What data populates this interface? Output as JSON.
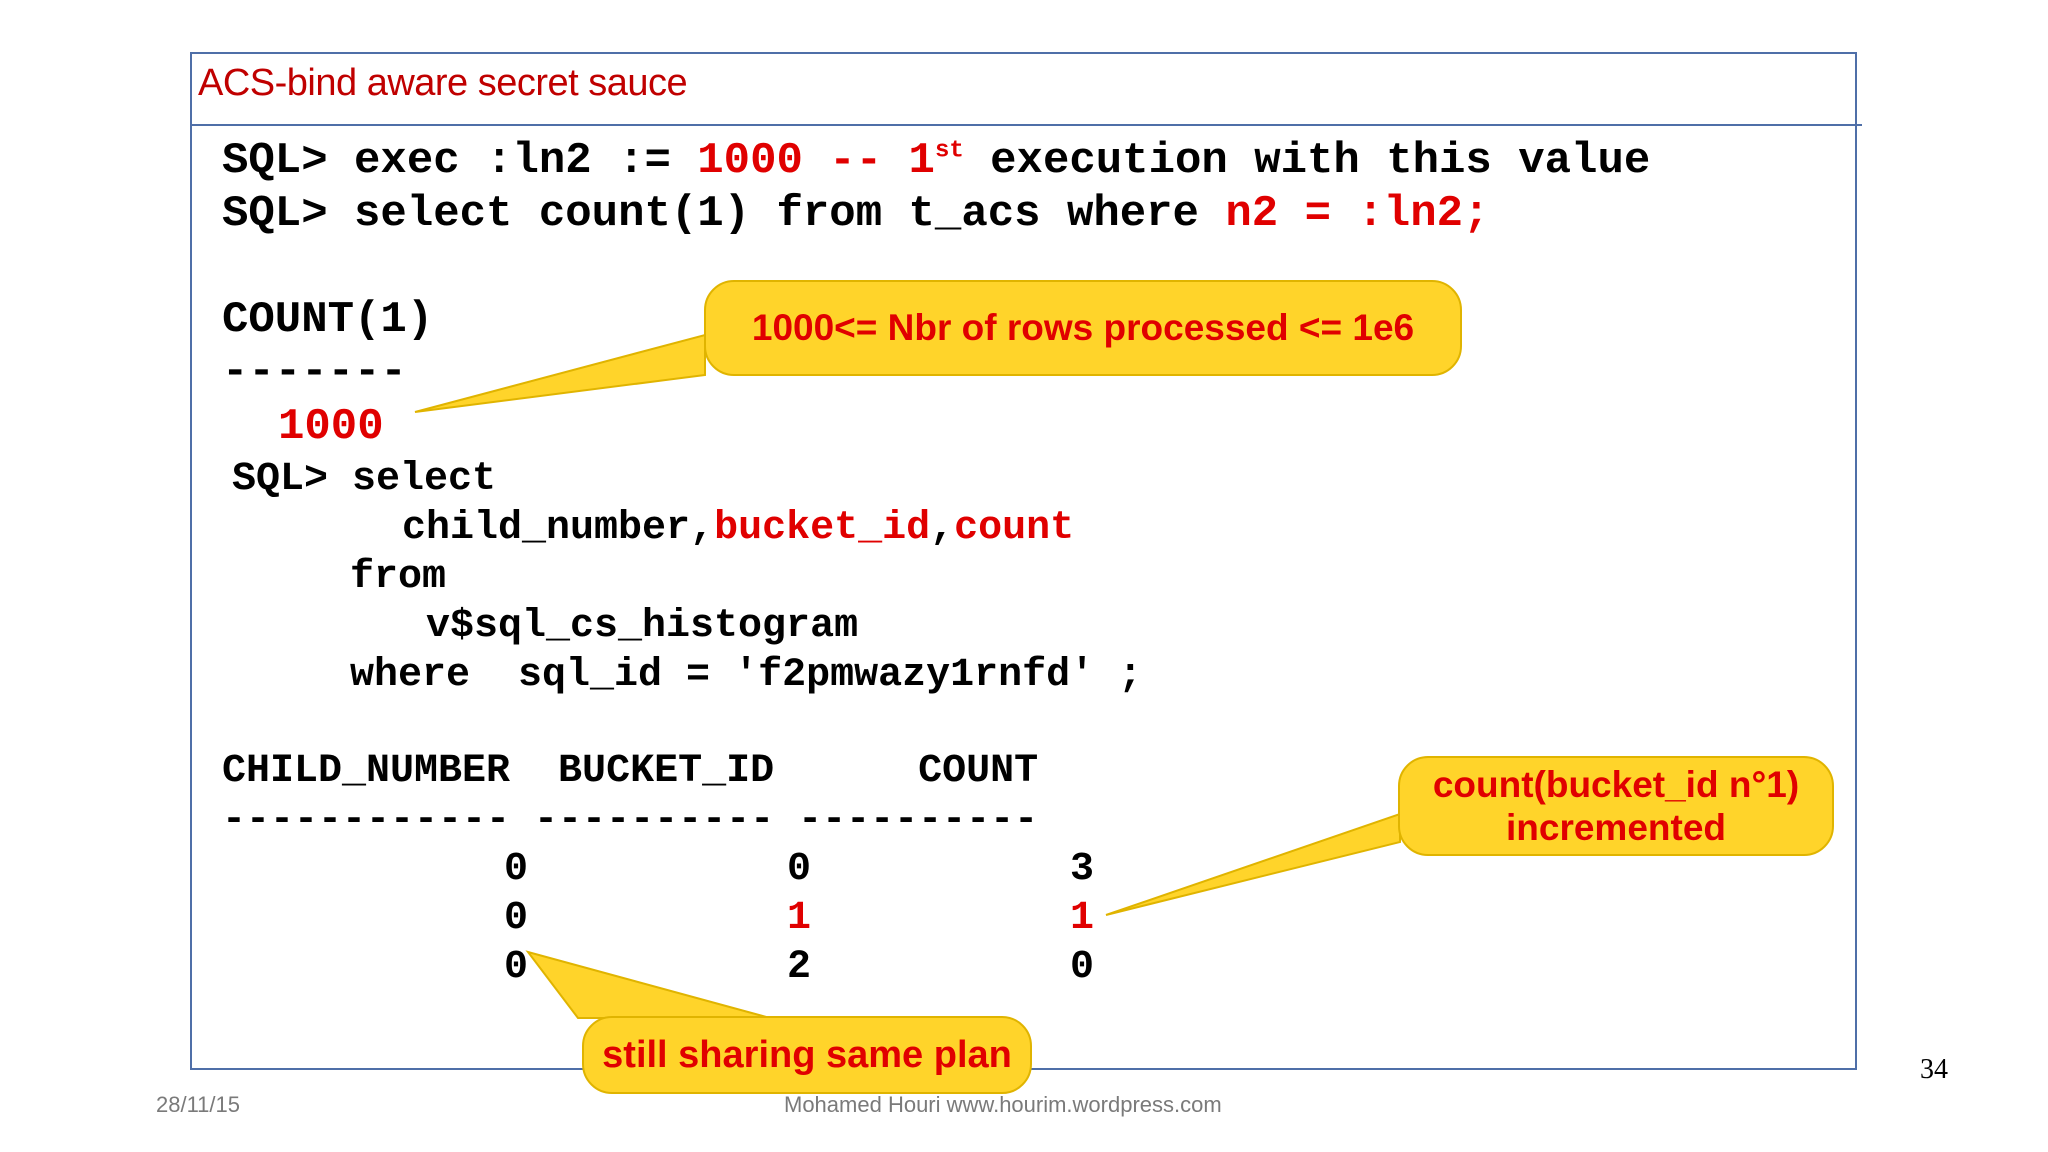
{
  "slide": {
    "title": "ACS-bind aware secret sauce",
    "page_number": "34",
    "footer_date": "28/11/15",
    "footer_author": "Mohamed Houri  www.hourim.wordpress.com"
  },
  "code": {
    "l1_prefix": "SQL> exec :ln2 := ",
    "l1_value": "1000",
    "l1_comment_a": " -- 1",
    "l1_comment_sup": "st",
    "l1_comment_b": " execution with this value",
    "l2_prefix": "SQL> select count(1) from t_acs where ",
    "l2_predicate": "n2 = :ln2;",
    "count_header": "COUNT(1)",
    "count_dashes": "-------",
    "count_value": "1000",
    "q_select": "SQL> select",
    "q_child": "child_number,",
    "q_bucket": "bucket_id",
    "q_comma": ",",
    "q_count": "count",
    "q_from": "from",
    "q_view": "v$sql_cs_histogram",
    "q_where": "where  sql_id = 'f2pmwazy1rnfd' ;",
    "table_header": "CHILD_NUMBER  BUCKET_ID      COUNT",
    "table_dashes": "------------ ---------- ----------",
    "rows": [
      {
        "child": "0",
        "bucket": "0",
        "count": "3"
      },
      {
        "child": "0",
        "bucket": "1",
        "count": "1"
      },
      {
        "child": "0",
        "bucket": "2",
        "count": "0"
      }
    ]
  },
  "callouts": {
    "rows_processed": "1000<= Nbr of rows processed <= 1e6",
    "count_incremented_1": "count(bucket_id n°1)",
    "count_incremented_2": "incremented",
    "sharing_plan": "still sharing same plan"
  },
  "colors": {
    "highlight": "#e00000",
    "title": "#c00000",
    "callout_fill": "#ffd42a",
    "frame": "#4f6fa8"
  }
}
